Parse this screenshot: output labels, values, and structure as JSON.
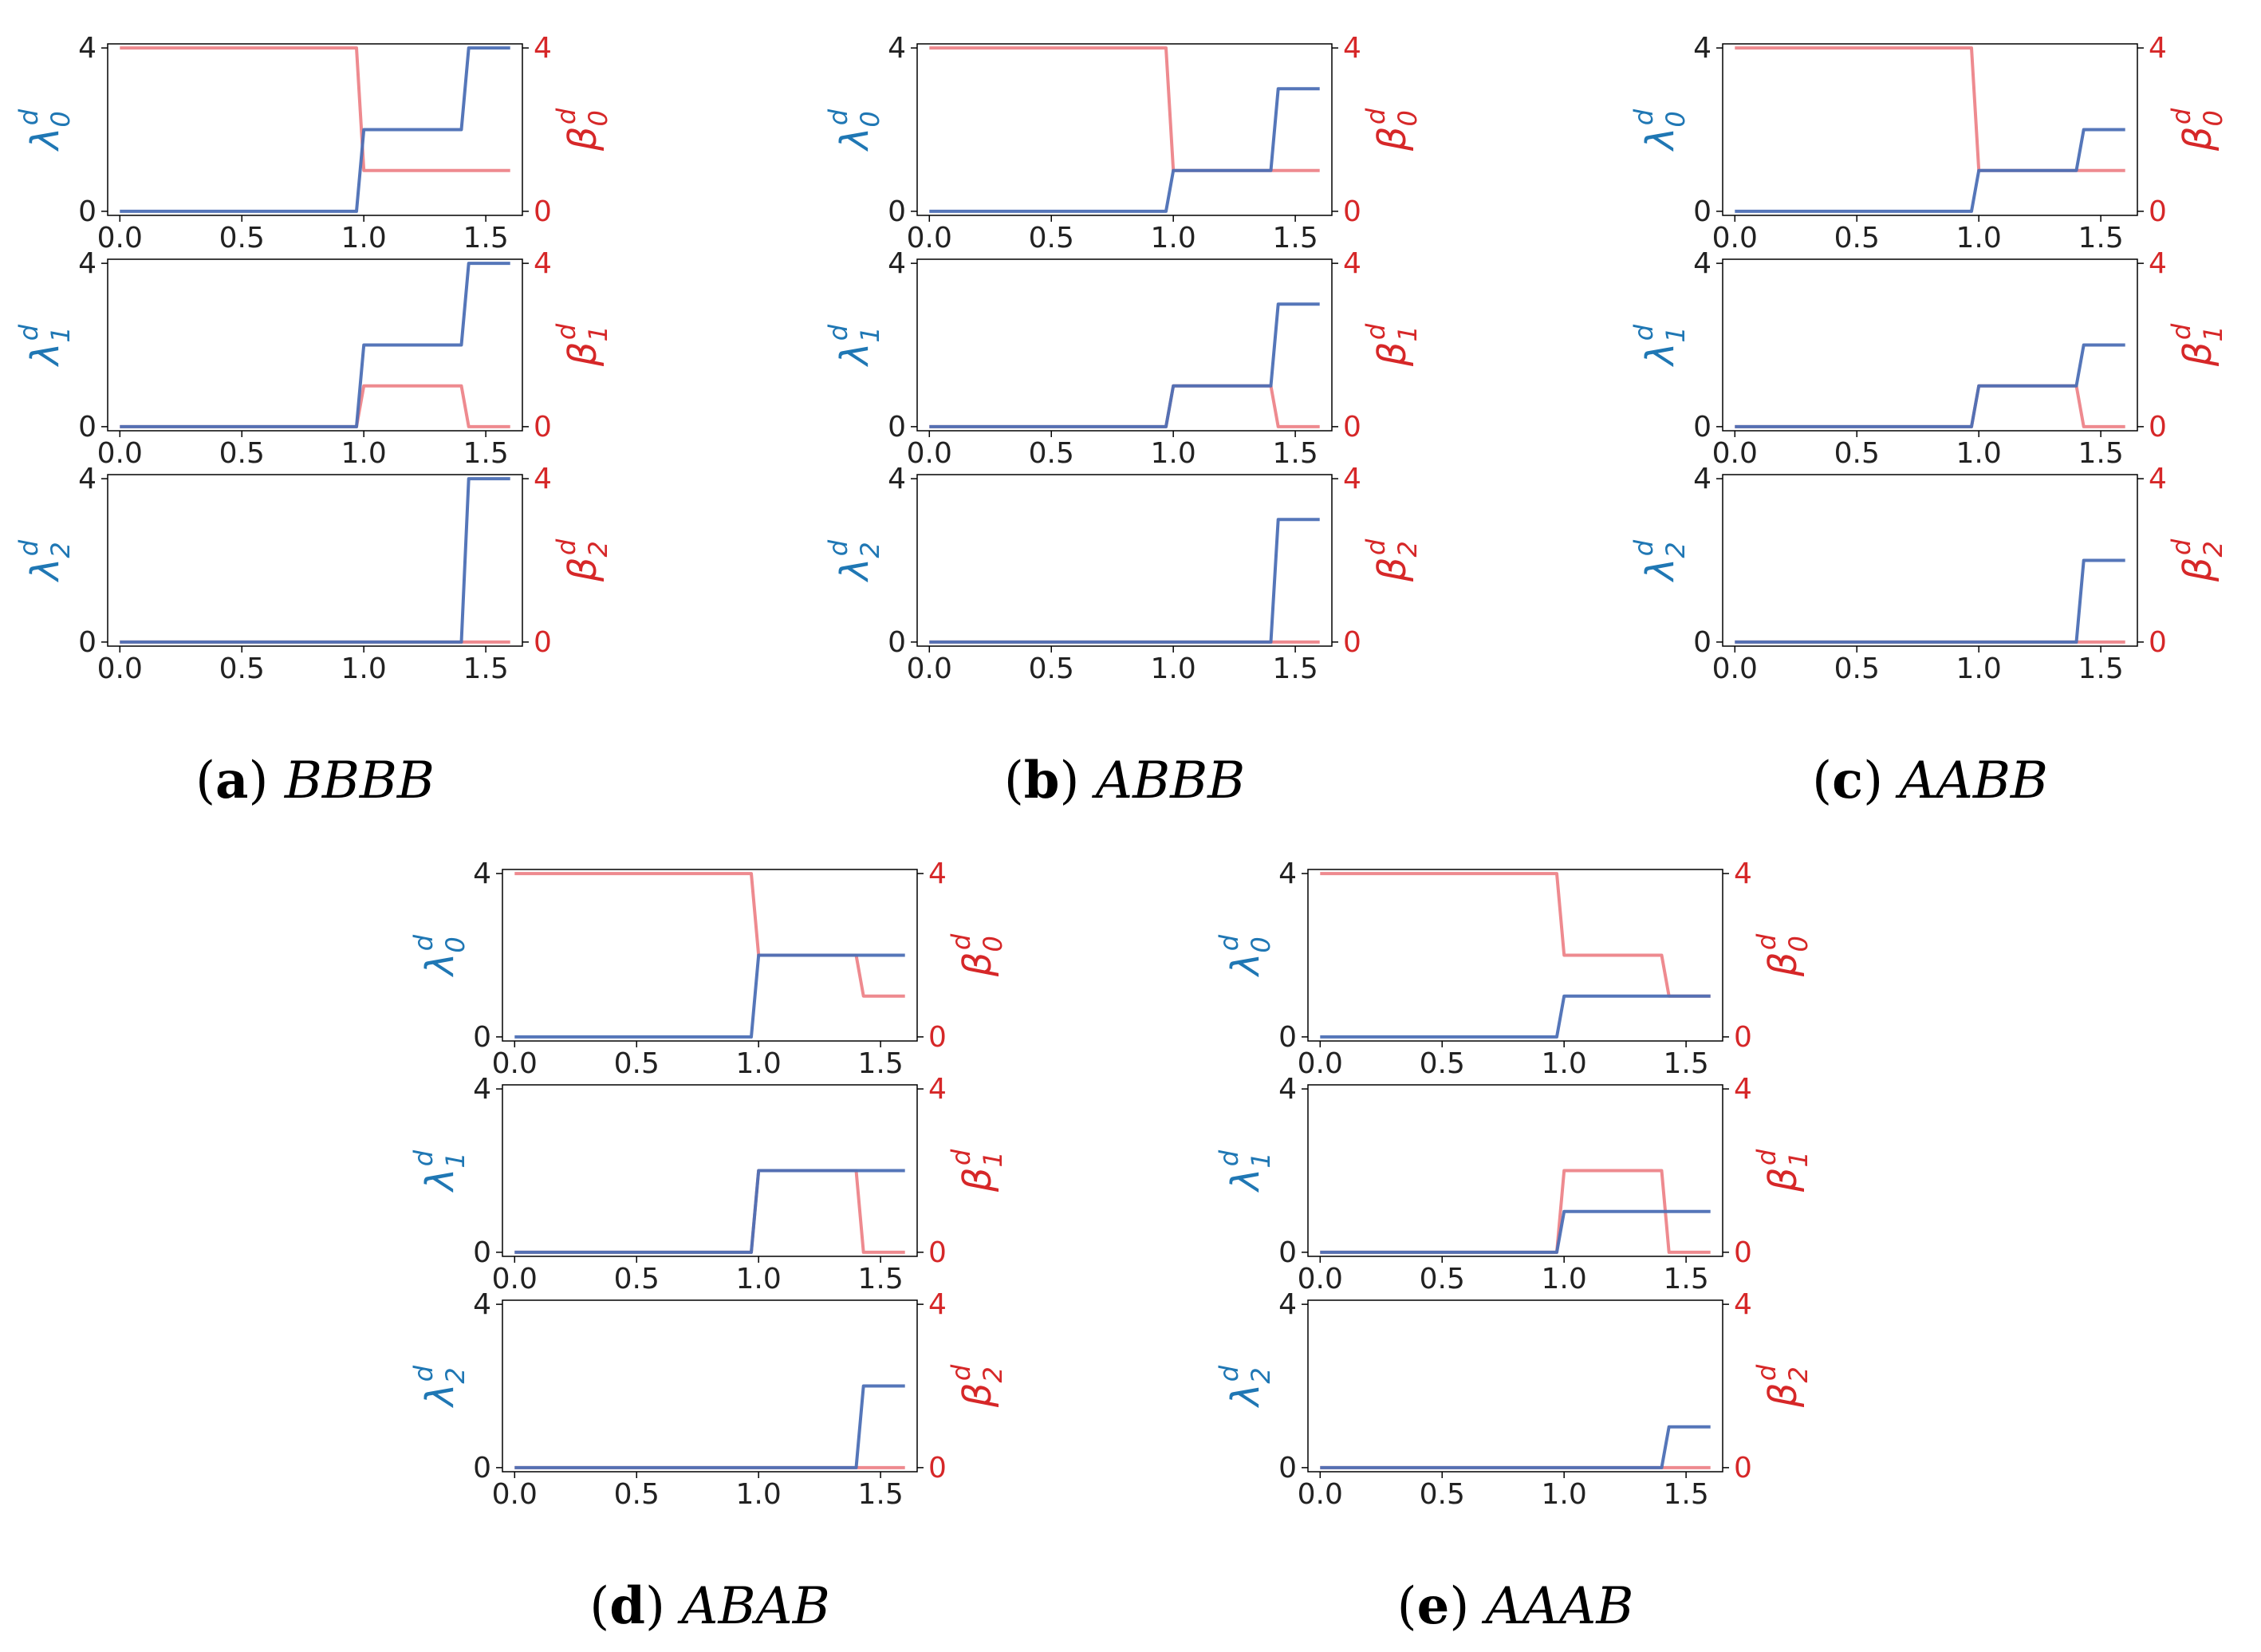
{
  "colors": {
    "lambda": "#4c6fb5",
    "lambda_label": "#1f77b4",
    "beta": "#ee8a8f",
    "beta_label": "#d62728",
    "axis": "#000000"
  },
  "axis_labels": {
    "lambda": [
      "λ0d",
      "λ1d",
      "λ2d"
    ],
    "beta": [
      "β0d",
      "β1d",
      "β2d"
    ]
  },
  "x_ticks": [
    0.0,
    0.5,
    1.0,
    1.5
  ],
  "y_ticks": [
    0,
    4
  ],
  "chart_data": [
    {
      "type": "line",
      "label": "(a)",
      "name": "BBBB",
      "xlim": [
        -0.05,
        1.65
      ],
      "ylim": [
        -0.1,
        4.1
      ],
      "panels": [
        {
          "lambda": {
            "x": [
              0,
              0.97,
              1.0,
              1.4,
              1.43,
              1.6
            ],
            "y": [
              0,
              0,
              2,
              2,
              4,
              4
            ]
          },
          "beta": {
            "x": [
              0,
              0.97,
              1.0,
              1.6
            ],
            "y": [
              4,
              4,
              1,
              1
            ]
          }
        },
        {
          "lambda": {
            "x": [
              0,
              0.97,
              1.0,
              1.4,
              1.43,
              1.6
            ],
            "y": [
              0,
              0,
              2,
              2,
              4,
              4
            ]
          },
          "beta": {
            "x": [
              0,
              0.97,
              1.0,
              1.4,
              1.43,
              1.6
            ],
            "y": [
              0,
              0,
              1,
              1,
              0,
              0
            ]
          }
        },
        {
          "lambda": {
            "x": [
              0,
              1.4,
              1.43,
              1.6
            ],
            "y": [
              0,
              0,
              4,
              4
            ]
          },
          "beta": {
            "x": [
              0,
              1.6
            ],
            "y": [
              0,
              0
            ]
          }
        }
      ]
    },
    {
      "type": "line",
      "label": "(b)",
      "name": "ABBB",
      "xlim": [
        -0.05,
        1.65
      ],
      "ylim": [
        -0.1,
        4.1
      ],
      "panels": [
        {
          "lambda": {
            "x": [
              0,
              0.97,
              1.0,
              1.4,
              1.43,
              1.6
            ],
            "y": [
              0,
              0,
              1,
              1,
              3,
              3
            ]
          },
          "beta": {
            "x": [
              0,
              0.97,
              1.0,
              1.6
            ],
            "y": [
              4,
              4,
              1,
              1
            ]
          }
        },
        {
          "lambda": {
            "x": [
              0,
              0.97,
              1.0,
              1.4,
              1.43,
              1.6
            ],
            "y": [
              0,
              0,
              1,
              1,
              3,
              3
            ]
          },
          "beta": {
            "x": [
              0,
              0.97,
              1.0,
              1.4,
              1.43,
              1.6
            ],
            "y": [
              0,
              0,
              1,
              1,
              0,
              0
            ]
          }
        },
        {
          "lambda": {
            "x": [
              0,
              1.4,
              1.43,
              1.6
            ],
            "y": [
              0,
              0,
              3,
              3
            ]
          },
          "beta": {
            "x": [
              0,
              1.6
            ],
            "y": [
              0,
              0
            ]
          }
        }
      ]
    },
    {
      "type": "line",
      "label": "(c)",
      "name": "AABB",
      "xlim": [
        -0.05,
        1.65
      ],
      "ylim": [
        -0.1,
        4.1
      ],
      "panels": [
        {
          "lambda": {
            "x": [
              0,
              0.97,
              1.0,
              1.4,
              1.43,
              1.6
            ],
            "y": [
              0,
              0,
              1,
              1,
              2,
              2
            ]
          },
          "beta": {
            "x": [
              0,
              0.97,
              1.0,
              1.6
            ],
            "y": [
              4,
              4,
              1,
              1
            ]
          }
        },
        {
          "lambda": {
            "x": [
              0,
              0.97,
              1.0,
              1.4,
              1.43,
              1.6
            ],
            "y": [
              0,
              0,
              1,
              1,
              2,
              2
            ]
          },
          "beta": {
            "x": [
              0,
              0.97,
              1.0,
              1.4,
              1.43,
              1.6
            ],
            "y": [
              0,
              0,
              1,
              1,
              0,
              0
            ]
          }
        },
        {
          "lambda": {
            "x": [
              0,
              1.4,
              1.43,
              1.6
            ],
            "y": [
              0,
              0,
              2,
              2
            ]
          },
          "beta": {
            "x": [
              0,
              1.6
            ],
            "y": [
              0,
              0
            ]
          }
        }
      ]
    },
    {
      "type": "line",
      "label": "(d)",
      "name": "ABAB",
      "xlim": [
        -0.05,
        1.65
      ],
      "ylim": [
        -0.1,
        4.1
      ],
      "panels": [
        {
          "lambda": {
            "x": [
              0,
              0.97,
              1.0,
              1.6
            ],
            "y": [
              0,
              0,
              2,
              2
            ]
          },
          "beta": {
            "x": [
              0,
              0.97,
              1.0,
              1.4,
              1.43,
              1.6
            ],
            "y": [
              4,
              4,
              2,
              2,
              1,
              1
            ]
          }
        },
        {
          "lambda": {
            "x": [
              0,
              0.97,
              1.0,
              1.6
            ],
            "y": [
              0,
              0,
              2,
              2
            ]
          },
          "beta": {
            "x": [
              0,
              0.97,
              1.0,
              1.4,
              1.43,
              1.6
            ],
            "y": [
              0,
              0,
              2,
              2,
              0,
              0
            ]
          }
        },
        {
          "lambda": {
            "x": [
              0,
              1.4,
              1.43,
              1.6
            ],
            "y": [
              0,
              0,
              2,
              2
            ]
          },
          "beta": {
            "x": [
              0,
              1.6
            ],
            "y": [
              0,
              0
            ]
          }
        }
      ]
    },
    {
      "type": "line",
      "label": "(e)",
      "name": "AAAB",
      "xlim": [
        -0.05,
        1.65
      ],
      "ylim": [
        -0.1,
        4.1
      ],
      "panels": [
        {
          "lambda": {
            "x": [
              0,
              0.97,
              1.0,
              1.6
            ],
            "y": [
              0,
              0,
              1,
              1
            ]
          },
          "beta": {
            "x": [
              0,
              0.97,
              1.0,
              1.4,
              1.43,
              1.6
            ],
            "y": [
              4,
              4,
              2,
              2,
              1,
              1
            ]
          }
        },
        {
          "lambda": {
            "x": [
              0,
              0.97,
              1.0,
              1.6
            ],
            "y": [
              0,
              0,
              1,
              1
            ]
          },
          "beta": {
            "x": [
              0,
              0.97,
              1.0,
              1.4,
              1.43,
              1.6
            ],
            "y": [
              0,
              0,
              2,
              2,
              0,
              0
            ]
          }
        },
        {
          "lambda": {
            "x": [
              0,
              1.4,
              1.43,
              1.6
            ],
            "y": [
              0,
              0,
              1,
              1
            ]
          },
          "beta": {
            "x": [
              0,
              1.6
            ],
            "y": [
              0,
              0
            ]
          }
        }
      ]
    }
  ]
}
